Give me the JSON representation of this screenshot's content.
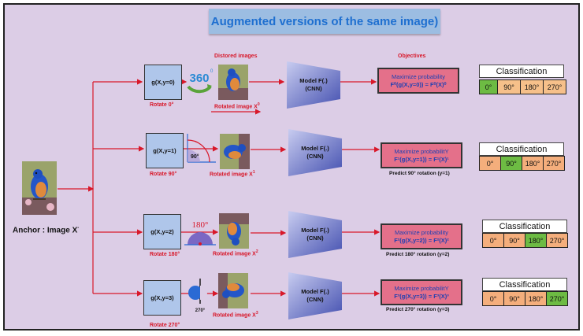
{
  "title": "Augmented versions of the same image)",
  "headers": {
    "distorted": "Distored images",
    "objectives": "Objectives"
  },
  "anchor_label": "Anchor : Image X",
  "anchor_sup": "-",
  "badge360": "360",
  "rows": [
    {
      "g": "g(X,y=0)",
      "rotate": "Rotate 0°",
      "rotated_image": "Rotated image X",
      "rotated_sup": "0",
      "model": "Model F(.)",
      "cnn": "(CNN)",
      "obj_line1": "Maximize   probability",
      "obj_line2": "F⁰(g(X,y=0))  =  F⁰(X)⁰",
      "predict": "",
      "cls_title": "Classification",
      "cells": [
        "0°",
        "90°",
        "180°",
        "270°"
      ],
      "highlight": 0
    },
    {
      "g": "g(X,y=1)",
      "rotate": "Rotate 90°",
      "angle": "90°",
      "rotated_image": "Rotated image X",
      "rotated_sup": "1",
      "model": "Model F(.)",
      "cnn": "(CNN)",
      "obj_line1": "Maximize probabilitY",
      "obj_line2": "F¹(g(X,y=1))  =  F¹(X)¹",
      "predict": "Predict 90° rotation (y=1)",
      "cls_title": "Classification",
      "cells": [
        "0°",
        "90°",
        "180°",
        "270°"
      ],
      "highlight": 1
    },
    {
      "g": "g(X,y=2)",
      "rotate": "Rotate 180°",
      "angle": "180°",
      "rotated_image": "Rotated image X",
      "rotated_sup": "2",
      "model": "Model F(.)",
      "cnn": "(CNN)",
      "obj_line1": "Maximize   probability",
      "obj_line2": "F²(g(X,y=2))  =  F²(X)²",
      "predict": "Predict 180° rotation (y=2)",
      "cls_title": "Classification",
      "cells": [
        "0°",
        "90°",
        "180°",
        "270°"
      ],
      "highlight": 2
    },
    {
      "g": "g(X,y=3)",
      "rotate": "Rotate 270°",
      "angle": "270°",
      "rotated_image": "Rotated image X",
      "rotated_sup": "3",
      "model": "Model F(.)",
      "cnn": "(CNN)",
      "obj_line1": "Maximize   probabilitY",
      "obj_line2": "F³(g(X,y=3))  =  F³(X)³",
      "predict": "Predict 270° rotation (y=3)",
      "cls_title": "Classification",
      "cells": [
        "0°",
        "90°",
        "180°",
        "270°"
      ],
      "highlight": 3
    }
  ],
  "colors": {
    "arrow": "#d8182a",
    "highlight": "#6dbb43",
    "cell": "#f4ae7c",
    "first_row_cell": "#f6c08a"
  }
}
